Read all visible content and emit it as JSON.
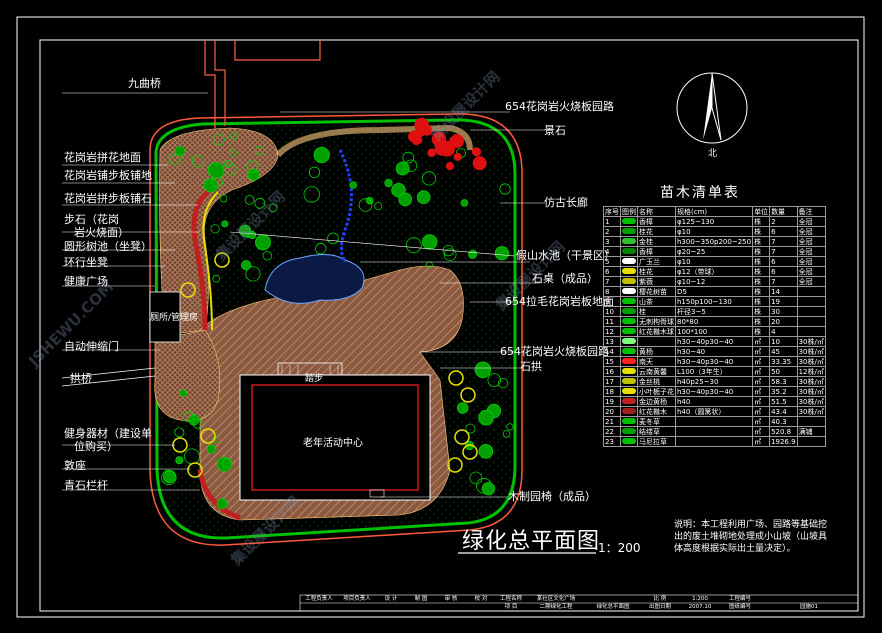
{
  "drawing": {
    "title": "绿化总平面图",
    "scale": "1：200",
    "table_title": "苗木清单表",
    "north": "北",
    "center_label": "老年活动中心",
    "entrance_label": "踏步",
    "note": "说明：本工程利用广场、园路等基础挖出的废土堆砌地处理成小山坡（山坡具体高度根据实际出土量决定）。"
  },
  "left_labels": [
    "九曲桥",
    "花岗岩拼花地面",
    "花岗岩铺步板铺地",
    "花岗岩拼步板铺石",
    "步石（花岗",
    "岩火烧面）",
    "圆形树池（坐凳）",
    "环行坐凳",
    "健康广场",
    "自动伸缩门",
    "拱桥",
    "健身器材（建设单",
    "位购买）",
    "敦座",
    "青石栏杆"
  ],
  "right_labels": [
    "654花岗岩火烧板园路",
    "景石",
    "仿古长廊",
    "假山水池（干景区）",
    "石桌（成品）",
    "654拉毛花岗岩板地面",
    "654花岗岩火烧板园路",
    "石拱",
    "木制园椅（成品）"
  ],
  "misc_labels": {
    "toilet": "厕所/管理房",
    "bridge_label": "拱桥"
  },
  "table_header": [
    "序号",
    "图例",
    "名称",
    "规格(cm)",
    "单位",
    "数量",
    "备注"
  ],
  "table_rows": [
    [
      "1",
      "",
      "香樟",
      "φ125~130",
      "株",
      "2",
      "全冠"
    ],
    [
      "2",
      "",
      "桂花",
      "φ10",
      "株",
      "6",
      "全冠"
    ],
    [
      "3",
      "",
      "金桂",
      "h300~350p200~250",
      "株",
      "7",
      "全冠"
    ],
    [
      "4",
      "",
      "香樟",
      "φ20~25",
      "株",
      "7",
      "全冠"
    ],
    [
      "5",
      "",
      "广玉兰",
      "φ10",
      "株",
      "6",
      "全冠"
    ],
    [
      "6",
      "",
      "桂花",
      "φ12（带球）",
      "株",
      "6",
      "全冠"
    ],
    [
      "7",
      "",
      "紫薇",
      "φ10~12",
      "株",
      "7",
      "全冠"
    ],
    [
      "8",
      "",
      "樱花树苗",
      "D5",
      "株",
      "14",
      ""
    ],
    [
      "9",
      "",
      "山茶",
      "h150p100~130",
      "株",
      "19",
      ""
    ],
    [
      "10",
      "",
      "桂",
      "杆径3~5",
      "株",
      "30",
      ""
    ],
    [
      "11",
      "",
      "无刺枸骨球",
      "80*80",
      "株",
      "20",
      ""
    ],
    [
      "12",
      "",
      "红花檵木球",
      "100*100",
      "株",
      "4",
      ""
    ],
    [
      "13",
      "",
      "",
      "h30~40p30~40",
      "㎡",
      "10",
      "30株/㎡"
    ],
    [
      "14",
      "",
      "黄杨",
      "h30~40",
      "㎡",
      "45",
      "30株/㎡"
    ],
    [
      "15",
      "",
      "南天",
      "h30~40p30~40",
      "㎡",
      "33.35",
      "30株/㎡"
    ],
    [
      "16",
      "",
      "云南黄馨",
      "L100（3年生）",
      "㎡",
      "50",
      "12株/㎡"
    ],
    [
      "17",
      "",
      "金丝桃",
      "h40p25~30",
      "㎡",
      "58.3",
      "30株/㎡"
    ],
    [
      "18",
      "",
      "小叶栀子花",
      "h30~40p30~40",
      "㎡",
      "35.2",
      "30株/㎡"
    ],
    [
      "19",
      "",
      "金边黄杨",
      "h40",
      "㎡",
      "51.5",
      "30株/㎡"
    ],
    [
      "20",
      "",
      "红花檵木",
      "h40（圆篱状）",
      "㎡",
      "43.4",
      "30株/㎡"
    ],
    [
      "21",
      "",
      "麦冬草",
      "",
      "㎡",
      "40.3",
      ""
    ],
    [
      "22",
      "",
      "结缕草",
      "",
      "㎡",
      "520.8",
      "满铺"
    ],
    [
      "23",
      "",
      "马尼拉草",
      "",
      "㎡",
      "1926.9",
      ""
    ]
  ],
  "title_block": {
    "row1": [
      "工程负责人",
      "项目负责人",
      "设 计",
      "制 图",
      "审 核",
      "校 对",
      "工程名称",
      "某社区文化广场",
      "",
      "比 例",
      "1:200",
      "工程编号",
      ""
    ],
    "row2": [
      "",
      "",
      "",
      "",
      "",
      "",
      "项 目",
      "二期绿化工程",
      "绿化总平面图",
      "出图日期",
      "2007.10",
      "图纸编号",
      "园施01"
    ]
  },
  "watermarks": [
    "集设屋设计网",
    "集设屋设计网",
    "集设屋设计网",
    "集设屋设计网",
    "JSHEWU.COM"
  ],
  "colors": {
    "background": "#000000",
    "frame": "#ffffff",
    "hedge": "#00c000",
    "tree": "#00a000",
    "flower": "#ff2020",
    "yellow": "#e6e000",
    "paving": "#c08060",
    "road": "#ff5a3c",
    "water": "#2040ff"
  }
}
